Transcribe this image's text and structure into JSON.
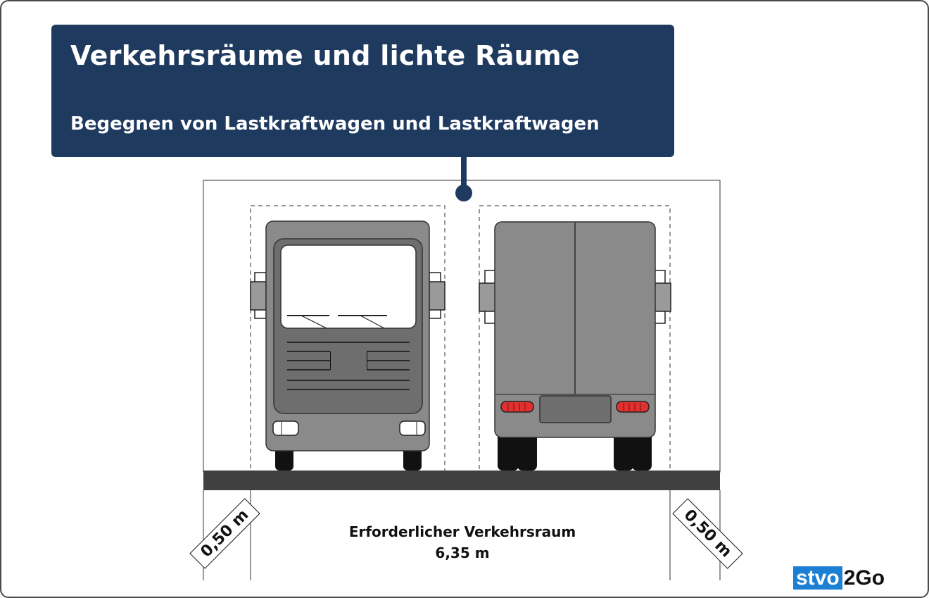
{
  "header": {
    "title": "Verkehrsräume und lichte Räume",
    "subtitle": "Begegnen von Lastkraftwagen und Lastkraftwagen"
  },
  "diagram": {
    "required_space_label": "Erforderlicher Verkehrsraum",
    "required_space_value": "6,35 m",
    "margin_left": "0,50 m",
    "margin_right": "0,50 m"
  },
  "brand": {
    "part1": "stvo",
    "part2": "2Go"
  },
  "colors": {
    "title_bg": "#1f3a5f",
    "truck_body": "#8a8a8a",
    "truck_grille": "#6e6e6e",
    "road": "#404040",
    "tail_light": "#e03030",
    "logo_blue": "#1b7fd3"
  }
}
